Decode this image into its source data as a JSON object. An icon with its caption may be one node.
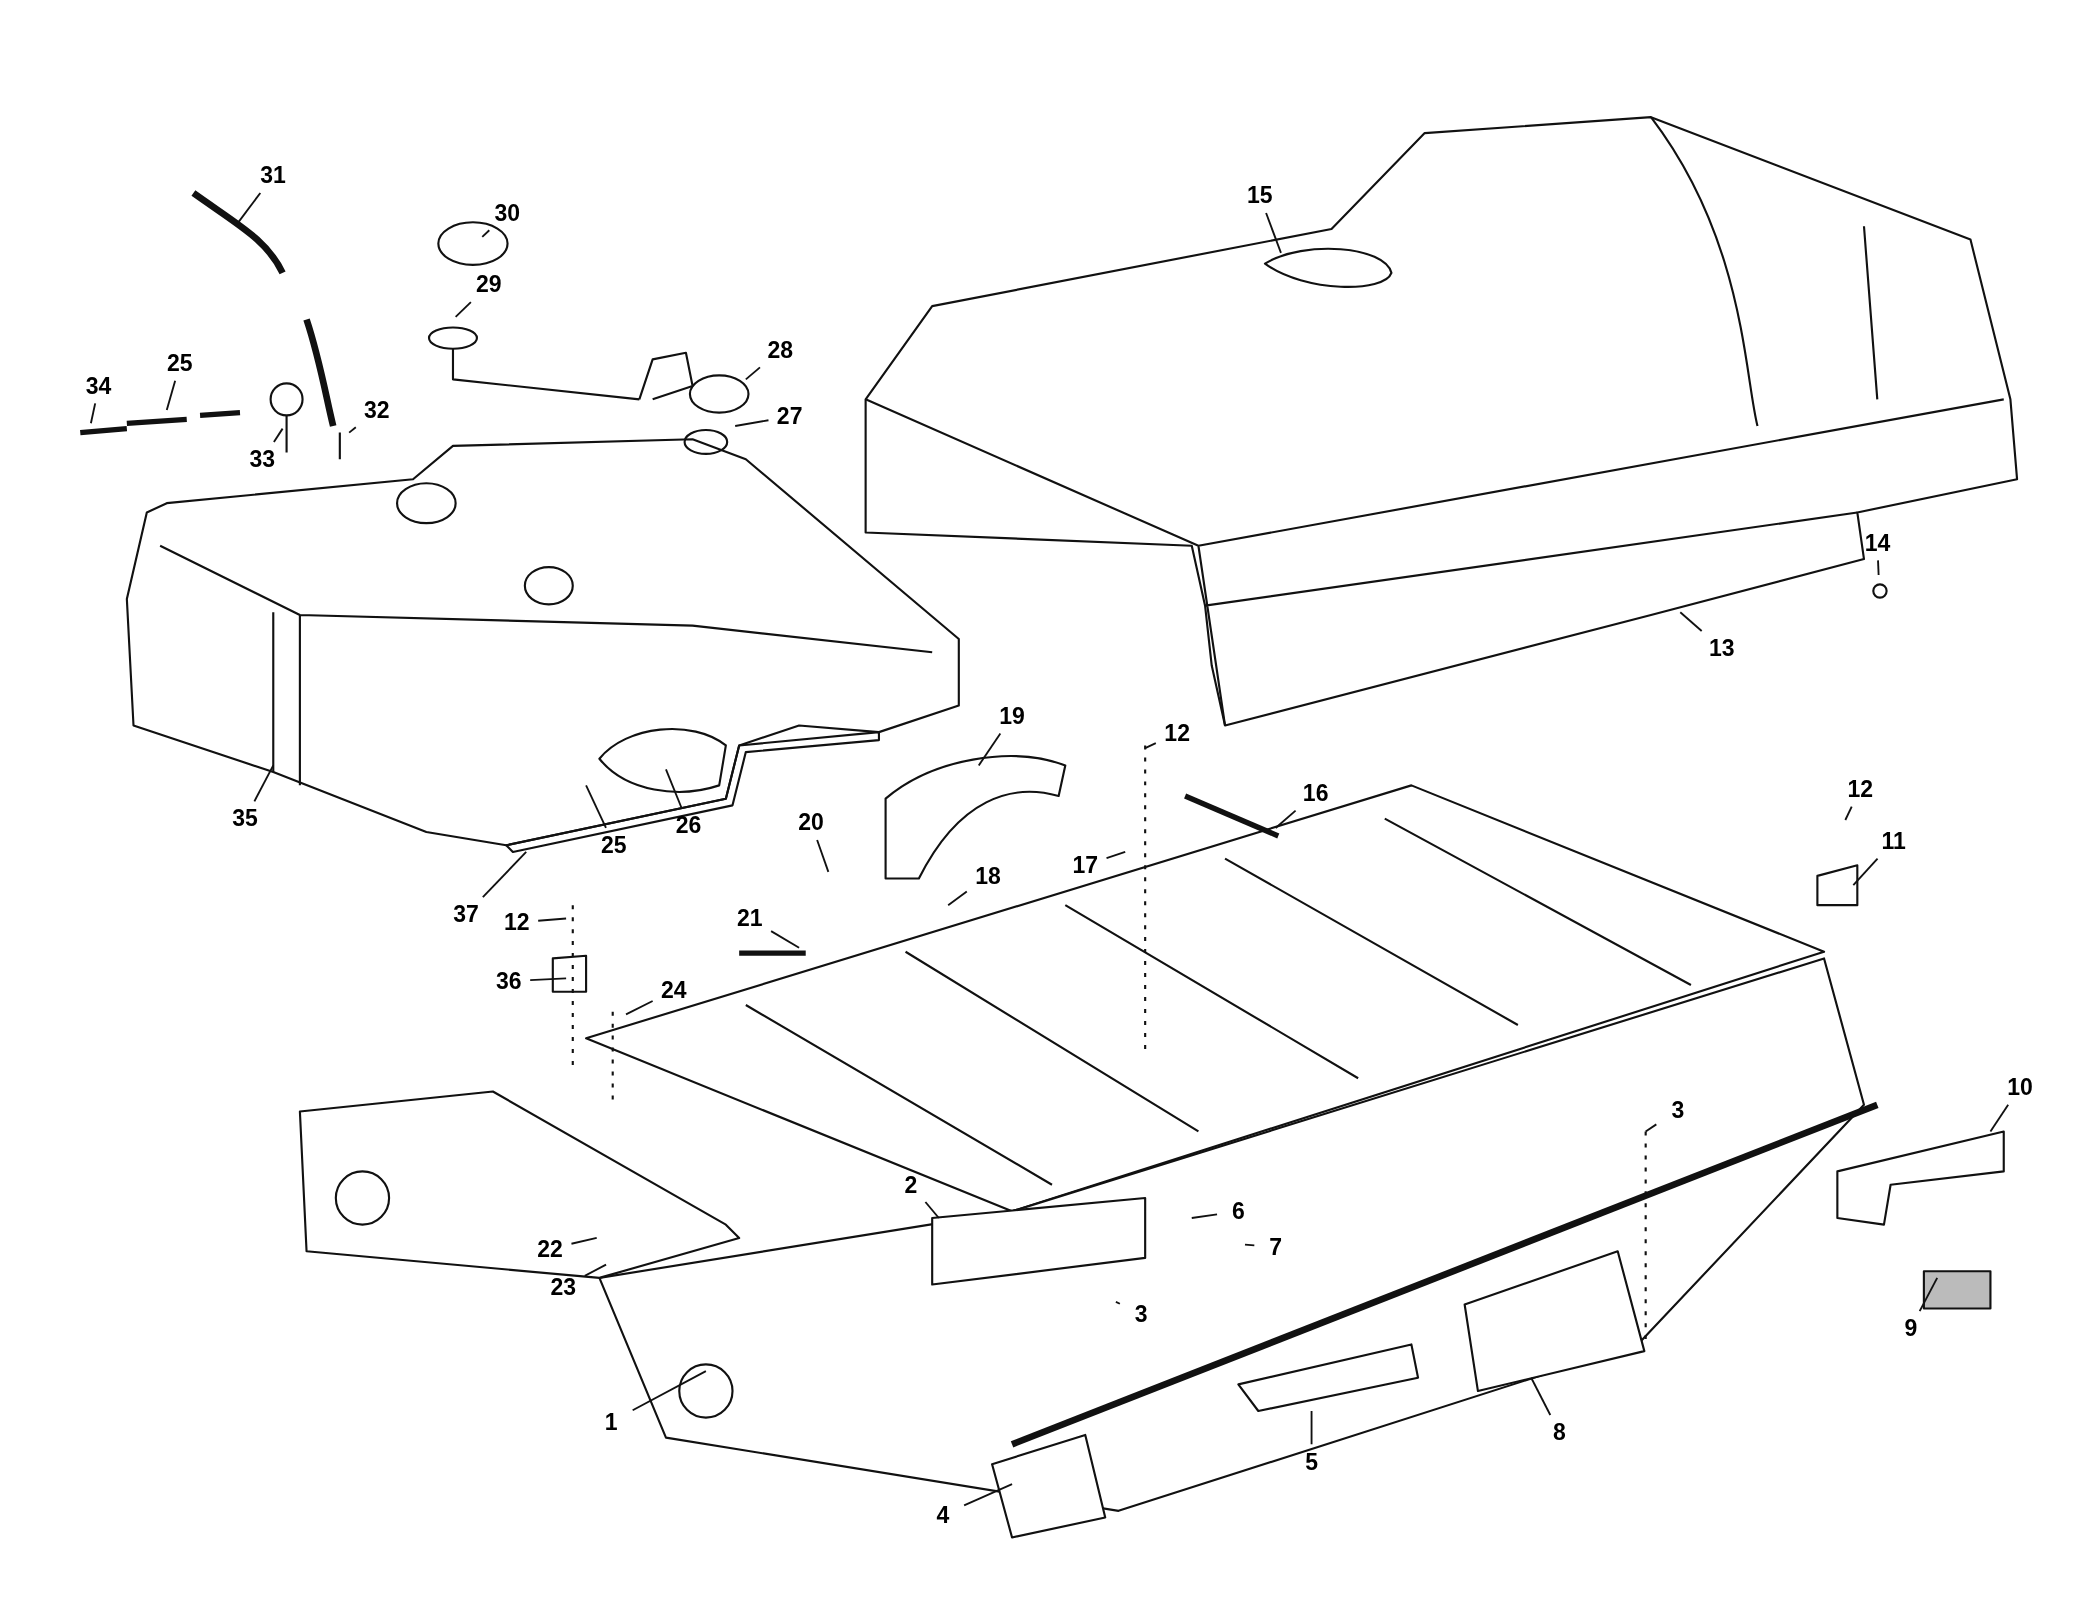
{
  "diagram": {
    "nodes": [
      {
        "text": [
          "31"
        ]
      },
      {
        "text": [
          "30"
        ]
      },
      {
        "text": [
          "15"
        ]
      },
      {
        "text": [
          "29"
        ]
      },
      {
        "text": [
          "28"
        ]
      },
      {
        "text": [
          "25"
        ]
      },
      {
        "text": [
          "34"
        ]
      },
      {
        "text": [
          "32"
        ]
      },
      {
        "text": [
          "27"
        ]
      },
      {
        "text": [
          "33"
        ]
      },
      {
        "text": [
          "14"
        ]
      },
      {
        "text": [
          "13"
        ]
      },
      {
        "text": [
          "19"
        ]
      },
      {
        "text": [
          "12"
        ]
      },
      {
        "text": [
          "16"
        ]
      },
      {
        "text": [
          "12"
        ]
      },
      {
        "text": [
          "35"
        ]
      },
      {
        "text": [
          "20"
        ]
      },
      {
        "text": [
          "26"
        ]
      },
      {
        "text": [
          "11"
        ]
      },
      {
        "text": [
          "25"
        ]
      },
      {
        "text": [
          "17"
        ]
      },
      {
        "text": [
          "18"
        ]
      },
      {
        "text": [
          "37"
        ]
      },
      {
        "text": [
          "21"
        ]
      },
      {
        "text": [
          "12"
        ]
      },
      {
        "text": [
          "36"
        ]
      },
      {
        "text": [
          "24"
        ]
      },
      {
        "text": [
          "10"
        ]
      },
      {
        "text": [
          "3"
        ]
      },
      {
        "text": [
          "2"
        ]
      },
      {
        "text": [
          "6"
        ]
      },
      {
        "text": [
          "7"
        ]
      },
      {
        "text": [
          "22"
        ]
      },
      {
        "text": [
          "23"
        ]
      },
      {
        "text": [
          "3"
        ]
      },
      {
        "text": [
          "9"
        ]
      },
      {
        "text": [
          "1"
        ]
      },
      {
        "text": [
          "8"
        ]
      },
      {
        "text": [
          "5"
        ]
      },
      {
        "text": [
          "4"
        ]
      }
    ],
    "edges": [
      {
        "from": 0,
        "to": null,
        "arrow": "none"
      },
      {
        "from": 1,
        "to": null,
        "arrow": "none"
      },
      {
        "from": 2,
        "to": null,
        "arrow": "none"
      },
      {
        "from": 3,
        "to": null,
        "arrow": "none"
      },
      {
        "from": 4,
        "to": null,
        "arrow": "none"
      },
      {
        "from": 5,
        "to": null,
        "arrow": "none"
      },
      {
        "from": 6,
        "to": null,
        "arrow": "none"
      },
      {
        "from": 7,
        "to": null,
        "arrow": "none"
      },
      {
        "from": 8,
        "to": null,
        "arrow": "none"
      },
      {
        "from": 9,
        "to": null,
        "arrow": "none"
      },
      {
        "from": 10,
        "to": null,
        "arrow": "none"
      },
      {
        "from": 11,
        "to": null,
        "arrow": "none"
      },
      {
        "from": 12,
        "to": null,
        "arrow": "none"
      },
      {
        "from": 13,
        "to": null,
        "arrow": "none"
      },
      {
        "from": 14,
        "to": null,
        "arrow": "none"
      },
      {
        "from": 15,
        "to": null,
        "arrow": "none"
      },
      {
        "from": 16,
        "to": null,
        "arrow": "none"
      },
      {
        "from": 17,
        "to": null,
        "arrow": "none"
      },
      {
        "from": 18,
        "to": null,
        "arrow": "none"
      },
      {
        "from": 19,
        "to": null,
        "arrow": "none"
      },
      {
        "from": 20,
        "to": null,
        "arrow": "none"
      },
      {
        "from": 21,
        "to": null,
        "arrow": "none"
      },
      {
        "from": 22,
        "to": null,
        "arrow": "none"
      },
      {
        "from": 23,
        "to": null,
        "arrow": "none"
      },
      {
        "from": 24,
        "to": null,
        "arrow": "none"
      },
      {
        "from": 25,
        "to": null,
        "arrow": "none"
      },
      {
        "from": 26,
        "to": null,
        "arrow": "none"
      },
      {
        "from": 27,
        "to": null,
        "arrow": "none"
      },
      {
        "from": 28,
        "to": null,
        "arrow": "none"
      },
      {
        "from": 29,
        "to": null,
        "arrow": "none"
      },
      {
        "from": 30,
        "to": null,
        "arrow": "none"
      },
      {
        "from": 31,
        "to": null,
        "arrow": "none"
      },
      {
        "from": 32,
        "to": null,
        "arrow": "none"
      },
      {
        "from": 33,
        "to": null,
        "arrow": "none"
      },
      {
        "from": 34,
        "to": null,
        "arrow": "none"
      },
      {
        "from": 35,
        "to": null,
        "arrow": "none"
      },
      {
        "from": 36,
        "to": null,
        "arrow": "none"
      },
      {
        "from": 37,
        "to": null,
        "arrow": "none"
      },
      {
        "from": 38,
        "to": null,
        "arrow": "none"
      },
      {
        "from": 39,
        "to": null,
        "arrow": "none"
      },
      {
        "from": 40,
        "to": null,
        "arrow": "none"
      }
    ]
  }
}
